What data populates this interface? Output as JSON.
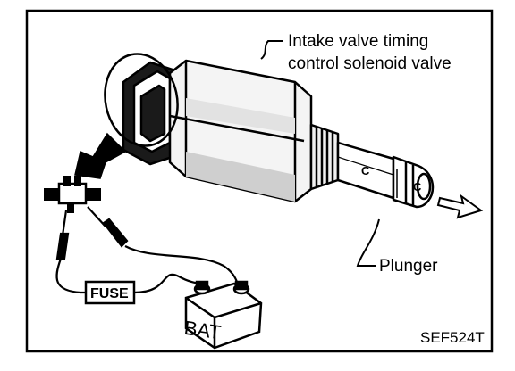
{
  "labels": {
    "solenoid_line1": "Intake valve timing",
    "solenoid_line2": "control solenoid valve",
    "plunger": "Plunger",
    "fuse": "FUSE",
    "battery": "BAT",
    "figure_code": "SEF524T",
    "terminal_mark_1": "C",
    "terminal_mark_2": "C"
  }
}
